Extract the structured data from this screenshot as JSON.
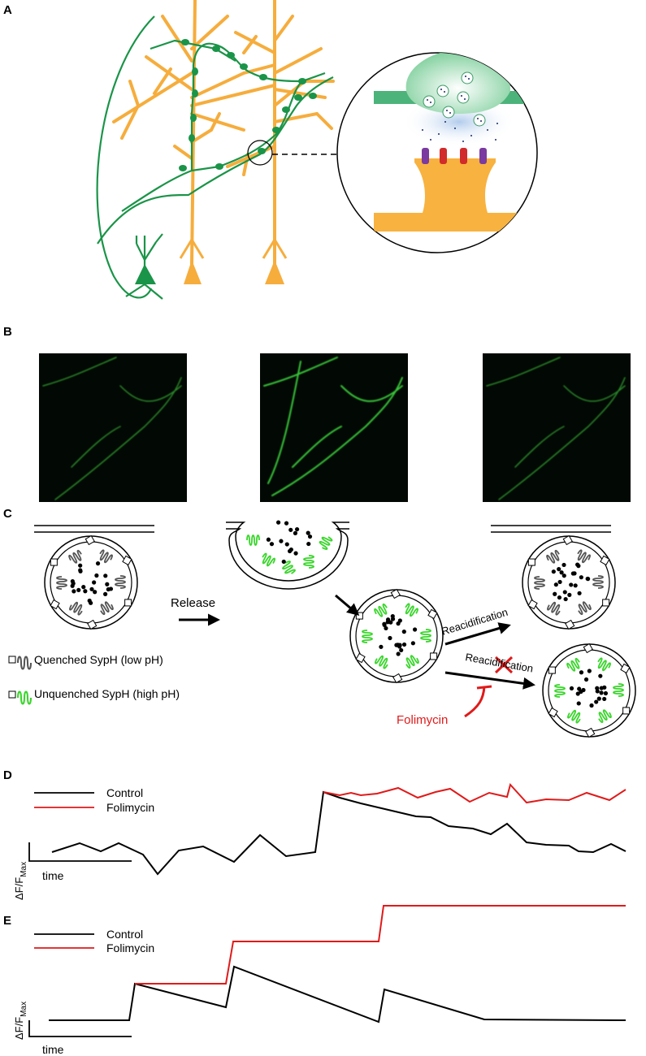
{
  "panels": {
    "a": {
      "letter": "A"
    },
    "b": {
      "letter": "B"
    },
    "c": {
      "letter": "C",
      "release_label": "Release",
      "reacidification_label": "Reacidification",
      "reacidification_blocked_label": "Reacidification",
      "inhibitor_label": "Folimycin",
      "legend_quenched": "Quenched SypH  (low pH)",
      "legend_unquenched": "Unquenched SypH  (high pH)"
    },
    "d": {
      "letter": "D",
      "legend_control": "Control",
      "legend_folimycin": "Folimycin",
      "ylabel_main": "ΔF/F",
      "ylabel_sub": "Max",
      "xlabel": "time"
    },
    "e": {
      "letter": "E",
      "legend_control": "Control",
      "legend_folimycin": "Folimycin",
      "ylabel_main": "ΔF/F",
      "ylabel_sub": "Max",
      "xlabel": "time"
    }
  },
  "colors": {
    "axon": "#1a9448",
    "dendrite": "#f6ad3c",
    "sypH_unquenched": "#39d62b",
    "sypH_quenched": "#555555",
    "control": "#000000",
    "folimycin": "#e01a1a"
  }
}
